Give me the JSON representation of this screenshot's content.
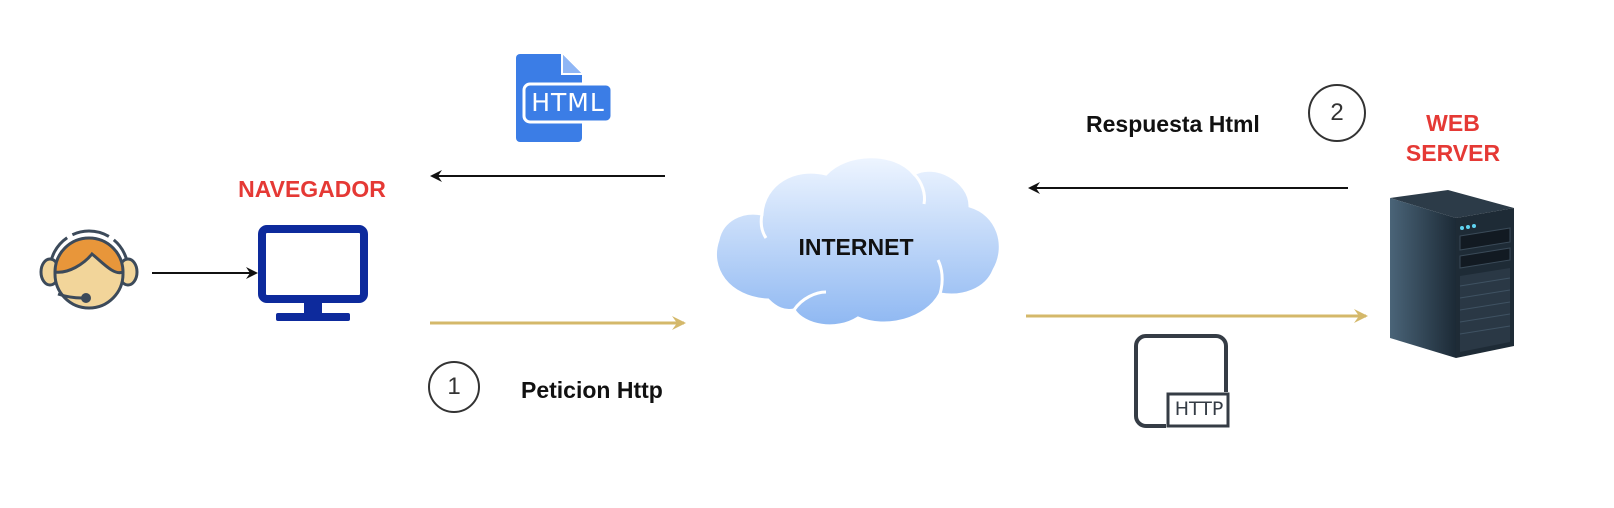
{
  "diagram": {
    "title": "HTTP request/response flow",
    "nodes": {
      "user": {
        "icon": "support-agent-icon"
      },
      "browser": {
        "label": "NAVEGADOR",
        "icon": "monitor-icon"
      },
      "internet": {
        "label": "INTERNET",
        "icon": "cloud-icon"
      },
      "server": {
        "label_line1": "WEB",
        "label_line2": "SERVER",
        "icon": "server-tower-icon"
      }
    },
    "documents": {
      "html_doc": {
        "label": "HTML",
        "icon": "html-file-icon"
      },
      "http_doc": {
        "label": "HTTP",
        "icon": "http-document-icon"
      }
    },
    "steps": [
      {
        "number": "1",
        "label": "Peticion Http"
      },
      {
        "number": "2",
        "label": "Respuesta Html"
      }
    ],
    "edges": [
      {
        "from": "user",
        "to": "browser",
        "color": "#111111"
      },
      {
        "from": "browser",
        "to": "internet",
        "color": "#d4b86a",
        "step": "1"
      },
      {
        "from": "internet",
        "to": "server",
        "color": "#d4b86a",
        "step": "1"
      },
      {
        "from": "server",
        "to": "internet",
        "color": "#111111",
        "step": "2"
      },
      {
        "from": "internet",
        "to": "browser",
        "color": "#111111",
        "step": "2"
      }
    ],
    "colors": {
      "accent_red": "#e53935",
      "request_arrow": "#d4b86a",
      "response_arrow": "#111111",
      "monitor_blue": "#0d2a9c",
      "html_icon_blue": "#3b7de6"
    }
  }
}
